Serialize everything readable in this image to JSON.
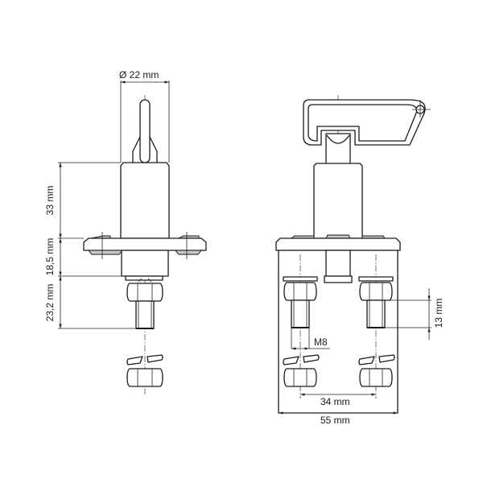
{
  "drawing": {
    "title": "Battery isolator switch technical drawing",
    "line_color": "#1a1a1a",
    "background": "#ffffff",
    "views": [
      {
        "name": "side-view",
        "description": "Side view with removable key, flange, terminal stud and nuts"
      },
      {
        "name": "front-view",
        "description": "Front view with key handle, body, two terminal studs and nuts"
      }
    ]
  },
  "dimensions": {
    "diameter": "Ø 22 mm",
    "key_height": "33 mm",
    "body_height": "18,5 mm",
    "stud_length": "23,2 mm",
    "thread_length": "13 mm",
    "thread_size": "M8",
    "stud_spacing": "34 mm",
    "overall_width": "55 mm"
  }
}
